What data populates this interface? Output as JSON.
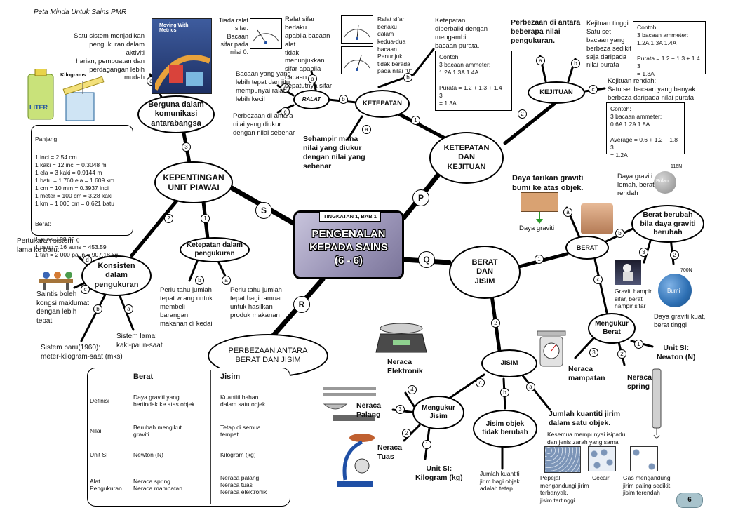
{
  "header": "Peta Minda Untuk Sains PMR",
  "page_number": "6",
  "center": {
    "level": "TINGKATAN 1, BAB 1",
    "title": "PENGENALAN\nKEPADA SAINS\n(6 - 6)"
  },
  "branch_labels": {
    "s": "S",
    "p": "P",
    "q": "Q",
    "r": "R"
  },
  "num": {
    "one": "1",
    "two": "2",
    "three": "3",
    "four": "4"
  },
  "letters": {
    "a": "a",
    "b": "b",
    "c": "c",
    "d": "d"
  },
  "nodes": {
    "kepentingan": "KEPENTINGAN\nUNIT PIAWAI",
    "berguna": "Berguna dalam\nkomunikasi\nantarabangsa",
    "konsisten": "Konsisten\ndalam\npengukuran",
    "ketepatan_pengukuran": "Ketepatan dalam\npengukuran",
    "ketepatan_kejituan": "KETEPATAN\nDAN\nKEJITUAN",
    "ketepatan": "KETEPATAN",
    "ralat": "RALAT",
    "kejituan": "KEJITUAN",
    "berat_jisim": "BERAT\nDAN\nJISIM",
    "berat": "BERAT",
    "berat_berubah": "Berat berubah\nbila daya graviti\nberubah",
    "mengukur_berat": "Mengukur\nBerat",
    "jisim": "JISIM",
    "mengukur_jisim": "Mengukur\nJisim",
    "jisim_objek": "Jisim objek\ntidak berubah",
    "perbezaan": "PERBEZAAN ANTARA\nBERAT DAN JISIM"
  },
  "texts": {
    "satu_sistem": "Satu sistem menjadikan\npengukuran dalam aktiviti\nharian, pembuatan dan\nperdagangan lebih mudah",
    "pertukaran": "Pertukaran sistem\nlama ke baru:",
    "saintis": "Saintis boleh\nkongsi maklumat\ndengan lebih\ntepat",
    "sistem_lama": "Sistem lama:\nkaki-paun-saat",
    "sistem_baru": "Sistem baru(1960):\nmeter-kilogram-saat (mks)",
    "perlu_timbang": "Perlu tahu jumlah\ntepat w ang untuk\nmembeli\nbarangan\nmakanan di kedai",
    "perlu_ramuan": "Perlu tahu jumlah\ntepat bagi ramuan\nuntuk hasilkan\nproduk makanan",
    "tiada_ralat": "Tiada ralat\nsifar.\nBacaan\nsifar pada\nnilai 0.",
    "ralat_sifar_def": "Ralat sifar berlaku\napabila bacaan alat\ntidak menunjukkan\nsifar apabila bacaan\nsepatutnya sifar",
    "ralat_sifar_ada": "Ralat sifar\nberlaku\ndalam\nkedua-dua\nbacaan.\nPenunjuk\ntidak berada\npada nilai \"0\"",
    "bacaan_tepat": "Bacaan yang yang\nlebih tepat dan jitu\nmempunyai ralat\nlebih kecil",
    "perbezaan_nilai": "Perbezaan di antara\nnilai yang diukur\ndengan nilai sebenar",
    "ketepatan_def": "Ketepatan\ndiperbaiki dengan\nmengambil\nbacaan purata.",
    "sehampir": "Sehampir mana\nnilai yang diukur\ndengan nilai yang\nsebenar",
    "perbezaan_beberapa": "Perbezaan di antara\nbeberapa nilai\npengukuran.",
    "kejituan_tinggi": "Kejituan tinggi:\nSatu set\nbacaan yang\nberbeza sedikit\nsaja daripada\nnilai purata",
    "kejituan_rendah": "Kejituan rendah:\nSatu set bacaan yang banyak\nberbeza daripada nilai purata",
    "daya_tarikan": "Daya tarikan graviti\nbumi ke atas objek.",
    "daya_graviti_label": "Daya graviti",
    "daya_lemah": "Daya graviti\nlemah, berat\nrendah",
    "bulan": "Bulan",
    "bumi": "Bumi",
    "w116": "116N",
    "w700": "700N",
    "graviti_hampir": "Graviti hampir\nsifar, berat\nhampir sifar",
    "daya_kuat": "Daya graviti kuat,\nberat tinggi",
    "unit_si_newton": "Unit SI:\nNewton (N)",
    "neraca_mampatan": "Neraca\nmampatan",
    "neraca_spring": "Neraca\nspring",
    "neraca_elektronik": "Neraca\nElektronik",
    "neraca_palang": "Neraca\nPalang",
    "neraca_tuas": "Neraca\nTuas",
    "unit_si_kg": "Unit SI:\nKilogram (kg)",
    "jumlah_kuantiti": "Jumlah kuantiti jirim\ndalam satu objek.",
    "kesemua": "Kesemua mempunyai isipadu\ndan jenis zarah yang sama",
    "jumlah_jirim": "Jumlah kuantiti\njirim bagi objek\nadalah tetap",
    "pepejal": "Pepejal\nmengandungi jirim\nterbanyak,\njisim tertinggi",
    "cecair": "Cecair",
    "gas": "Gas mengandungi\njirim paling sedikit,\njisim terendah",
    "literbox": "LITER",
    "kilograms": "Kilograms",
    "moving_with": "Moving With\nMetrics"
  },
  "units_box": {
    "length_title": "Panjang:",
    "length": "1 inci = 2.54 cm\n1 kaki = 12 inci = 0.3048 m\n1 ela = 3 kaki = 0.9144 m\n1 batu = 1 760 ela = 1.609 km\n1 cm = 10 mm = 0.3937 inci\n1 meter = 100 cm = 3.28 kaki\n1 km = 1 000 cm = 0.621 batu",
    "weight_title": "Berat:",
    "weight": "1 auns = 28.35 g\n1 paun = 16 auns = 453.59\n1 tan = 2 000 paun = 907.18 kg"
  },
  "example_ketepatan": "Contoh:\n3 bacaan ammeter:\n1.2A        1.3A        1.4A\n\nPurata = 1.2 + 1.3 + 1.4\n                       3\n               = 1.3A",
  "example_tinggi": "Contoh:\n3 bacaan ammeter:\n1.2A        1.3A        1.4A\n\nPurata = 1.2 + 1.3 + 1.4\n                      3\n              = 1.3A",
  "example_rendah": "Contoh:\n3 bacaan ammeter:\n0.6A        1.2A        1.8A\n\nAverage = 0.6 + 1.2 + 1.8\n                        3\n                = 1.2A",
  "table": {
    "col1": "Berat",
    "col2": "Jisim",
    "rows": [
      {
        "label": "Definisi",
        "berat": "Daya graviti yang\nbertindak ke atas objek",
        "jisim": "Kuantiti bahan\ndalam satu objek"
      },
      {
        "label": "Nilai",
        "berat": "Berubah mengikut\ngraviti",
        "jisim": "Tetap di semua\ntempat"
      },
      {
        "label": "Unit SI",
        "berat": "Newton  (N)",
        "jisim": "Kilogram  (kg)"
      },
      {
        "label": "Alat\nPengukuran",
        "berat": "Neraca spring\nNeraca mampatan",
        "jisim": "Neraca palang\nNeraca tuas\nNeraca elektronik"
      }
    ]
  },
  "colors": {
    "center_fill": "#9892b5",
    "page_badge": "#a8c3cc",
    "earth": "#2d6fb3",
    "moon": "#9a9a9a"
  }
}
